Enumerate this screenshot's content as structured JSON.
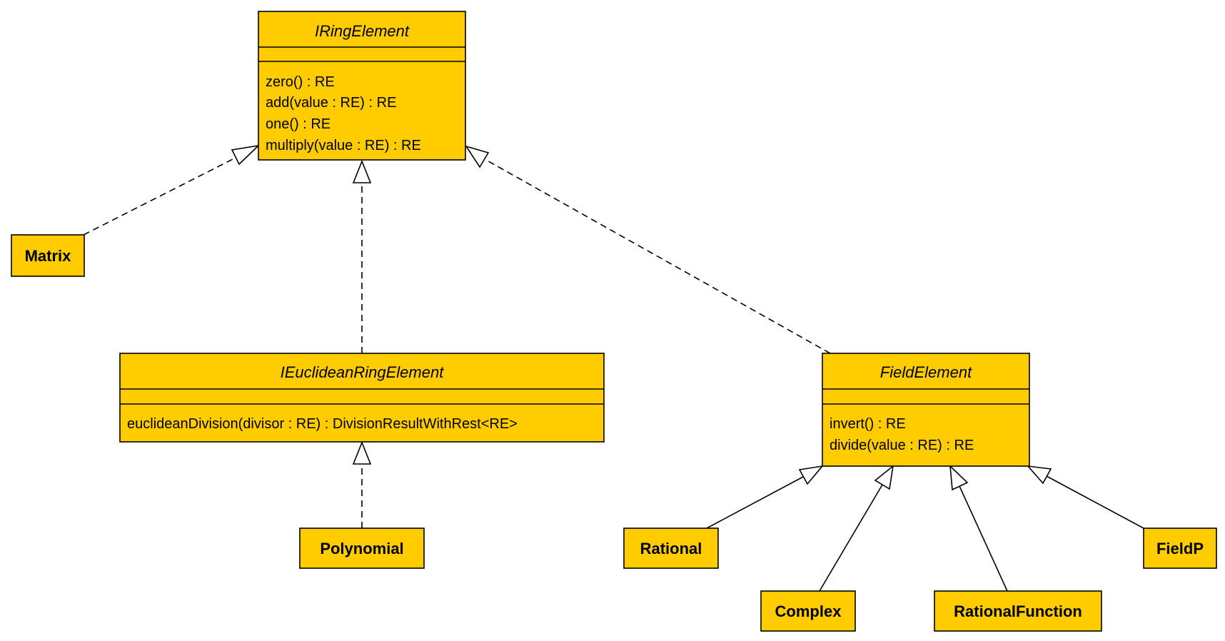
{
  "diagram": {
    "colors": {
      "box_fill": "#ffcc00",
      "stroke": "#000000",
      "arrow_fill": "#ffffff",
      "background": "#ffffff"
    },
    "interfaces": {
      "iring": {
        "name": "IRingElement",
        "methods": [
          "zero() : RE",
          "add(value : RE) : RE",
          "one() : RE",
          "multiply(value : RE) : RE"
        ]
      },
      "ieuclid": {
        "name": "IEuclideanRingElement",
        "methods": [
          "euclideanDivision(divisor : RE) : DivisionResultWithRest<RE>"
        ]
      },
      "field": {
        "name": "FieldElement",
        "methods": [
          "invert() : RE",
          "divide(value : RE) : RE"
        ]
      }
    },
    "classes": {
      "matrix": "Matrix",
      "polynomial": "Polynomial",
      "rational": "Rational",
      "complex": "Complex",
      "rational_function": "RationalFunction",
      "fieldp": "FieldP"
    },
    "relations": [
      {
        "from": "Matrix",
        "to": "IRingElement",
        "kind": "realization"
      },
      {
        "from": "IEuclideanRingElement",
        "to": "IRingElement",
        "kind": "realization"
      },
      {
        "from": "FieldElement",
        "to": "IRingElement",
        "kind": "realization"
      },
      {
        "from": "Polynomial",
        "to": "IEuclideanRingElement",
        "kind": "realization"
      },
      {
        "from": "Rational",
        "to": "FieldElement",
        "kind": "generalization"
      },
      {
        "from": "Complex",
        "to": "FieldElement",
        "kind": "generalization"
      },
      {
        "from": "RationalFunction",
        "to": "FieldElement",
        "kind": "generalization"
      },
      {
        "from": "FieldP",
        "to": "FieldElement",
        "kind": "generalization"
      }
    ]
  }
}
